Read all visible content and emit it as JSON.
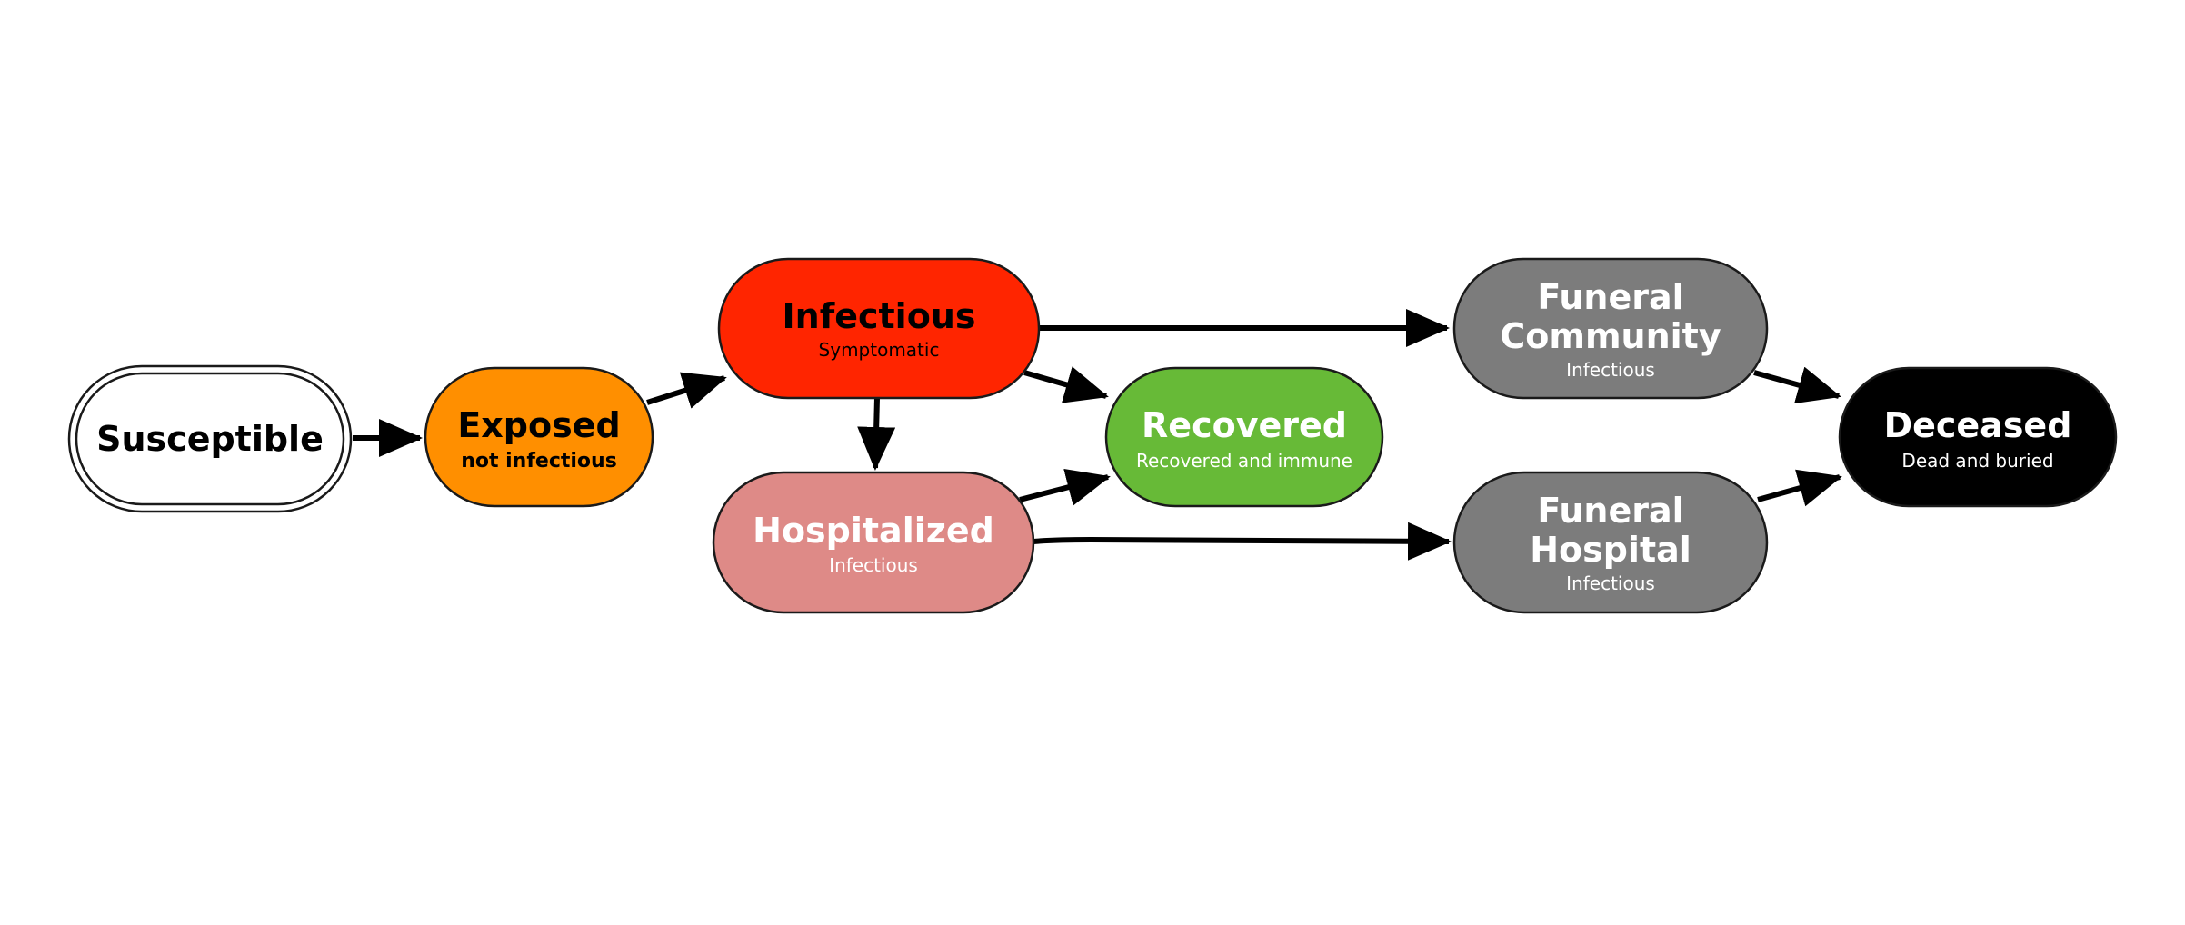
{
  "nodes": {
    "susceptible": {
      "title": "Susceptible",
      "fill": "#ffffff",
      "text_color": "#000000"
    },
    "exposed": {
      "title": "Exposed",
      "subtitle": "not infectious",
      "fill": "#ff8f00",
      "text_color": "#000000"
    },
    "infectious": {
      "title": "Infectious",
      "subtitle": "Symptomatic",
      "fill": "#ff2500",
      "text_color": "#000000"
    },
    "hospitalized": {
      "title": "Hospitalized",
      "subtitle": "Infectious",
      "fill": "#de8a87",
      "text_color": "#ffffff"
    },
    "recovered": {
      "title": "Recovered",
      "subtitle": "Recovered and immune",
      "fill": "#67ba37",
      "text_color": "#ffffff"
    },
    "funeral_community": {
      "title_line1": "Funeral",
      "title_line2": "Community",
      "subtitle": "Infectious",
      "fill": "#7c7c7c",
      "text_color": "#ffffff"
    },
    "funeral_hospital": {
      "title_line1": "Funeral",
      "title_line2": "Hospital",
      "subtitle": "Infectious",
      "fill": "#7c7c7c",
      "text_color": "#ffffff"
    },
    "deceased": {
      "title": "Deceased",
      "subtitle": "Dead and buried",
      "fill": "#000000",
      "text_color": "#ffffff"
    }
  },
  "edges": [
    {
      "from": "Susceptible",
      "to": "Exposed"
    },
    {
      "from": "Exposed",
      "to": "Infectious"
    },
    {
      "from": "Infectious",
      "to": "Hospitalized"
    },
    {
      "from": "Infectious",
      "to": "Recovered"
    },
    {
      "from": "Infectious",
      "to": "Funeral Community"
    },
    {
      "from": "Hospitalized",
      "to": "Recovered"
    },
    {
      "from": "Hospitalized",
      "to": "Funeral Hospital"
    },
    {
      "from": "Funeral Community",
      "to": "Deceased"
    },
    {
      "from": "Funeral Hospital",
      "to": "Deceased"
    }
  ]
}
